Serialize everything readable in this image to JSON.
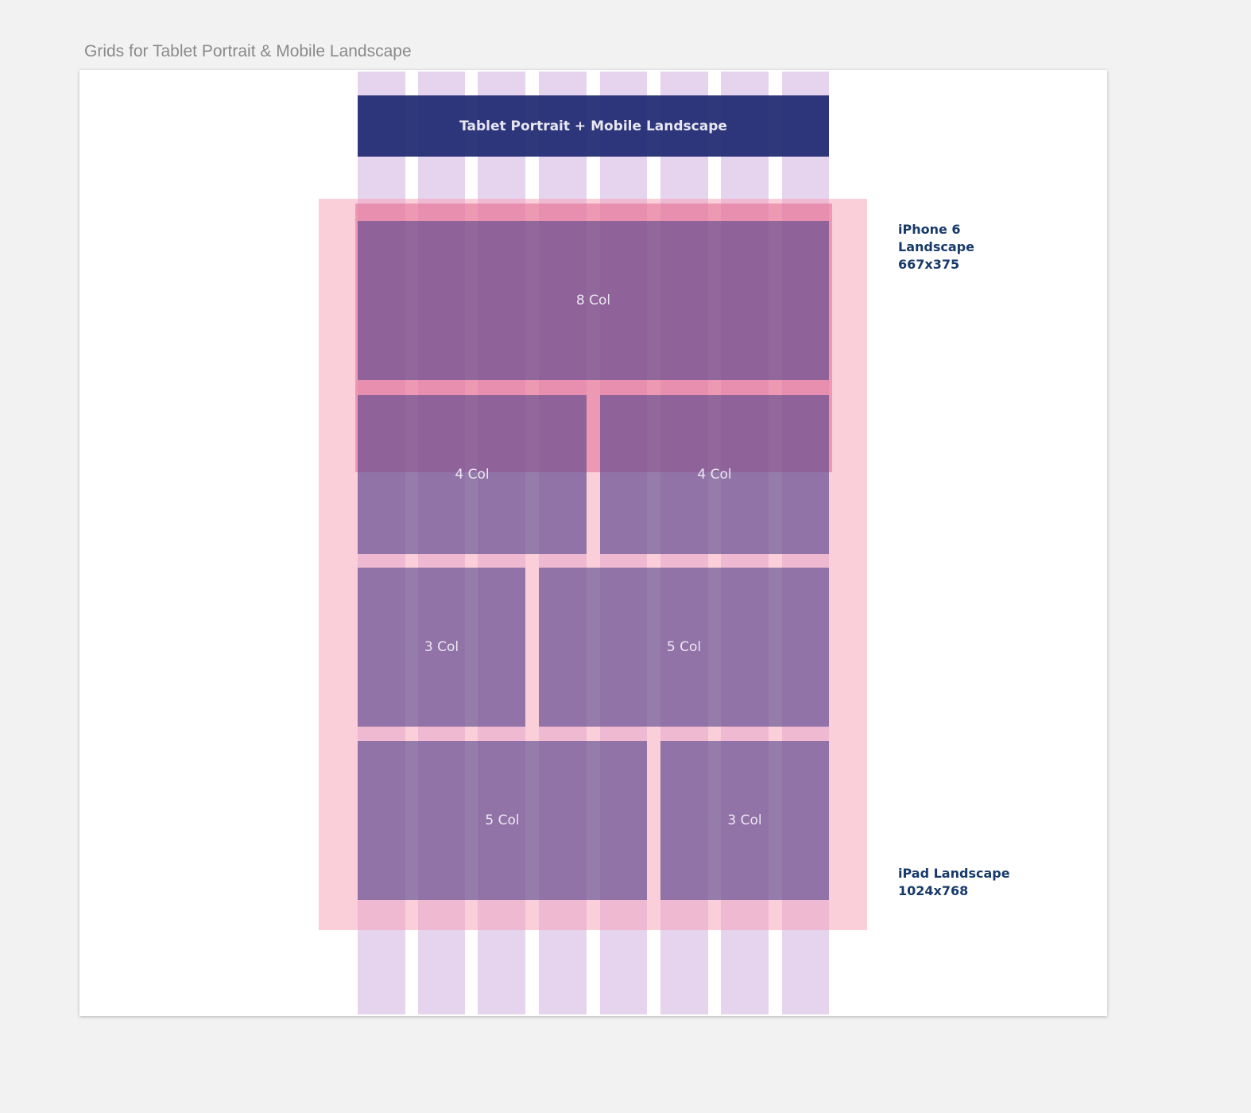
{
  "page": {
    "title": "Grids for Tablet Portrait & Mobile Landscape"
  },
  "grid": {
    "columns": 8,
    "header_label": "Tablet Portrait + Mobile Landscape"
  },
  "blocks": [
    {
      "label": "8 Col",
      "span": 8
    },
    {
      "label": "4 Col",
      "span": 4
    },
    {
      "label": "4 Col",
      "span": 4
    },
    {
      "label": "3 Col",
      "span": 3
    },
    {
      "label": "5 Col",
      "span": 5
    },
    {
      "label": "5 Col",
      "span": 5
    },
    {
      "label": "3 Col",
      "span": 3
    }
  ],
  "devices": {
    "iphone": {
      "line1": "iPhone 6",
      "line2": "Landscape",
      "size": "667x375"
    },
    "ipad": {
      "line1": "iPad Landscape",
      "size": "1024x768"
    }
  },
  "colors": {
    "column_guide": "#e6d3ee",
    "header": "#232d73",
    "block": "#58488c",
    "ipad_zone": "#f5a0b4",
    "iphone_zone": "#e46e96",
    "label_text": "#173a6a"
  }
}
